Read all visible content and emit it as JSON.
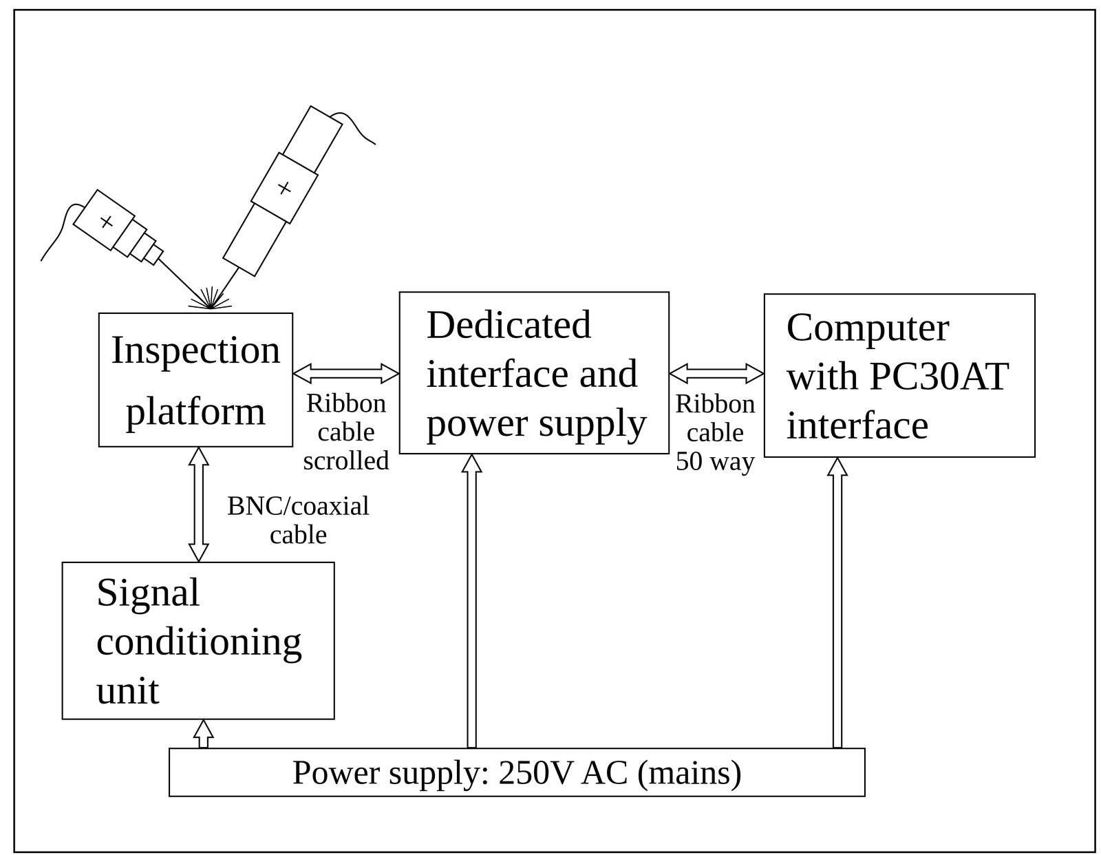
{
  "diagram": {
    "nodes": [
      {
        "text": [
          "Inspection platform"
        ]
      },
      {
        "text": [
          "Dedicated interface and power supply"
        ]
      },
      {
        "text": [
          "Computer with PC30AT interface"
        ]
      },
      {
        "text": [
          "Signal conditioning unit"
        ]
      },
      {
        "text": [
          "Power supply: 250V AC (mains)"
        ]
      }
    ],
    "edges": [
      {
        "from": 0,
        "to": 1,
        "arrow": "both",
        "label": "Ribbon cable scrolled"
      },
      {
        "from": 1,
        "to": 2,
        "arrow": "both",
        "label": "Ribbon cable 50 way"
      },
      {
        "from": 0,
        "to": 3,
        "arrow": "both",
        "label": "BNC/coaxial cable"
      },
      {
        "from": 4,
        "to": 3,
        "arrow": "to"
      },
      {
        "from": 4,
        "to": 1,
        "arrow": "to"
      },
      {
        "from": 4,
        "to": 2,
        "arrow": "to"
      }
    ]
  }
}
